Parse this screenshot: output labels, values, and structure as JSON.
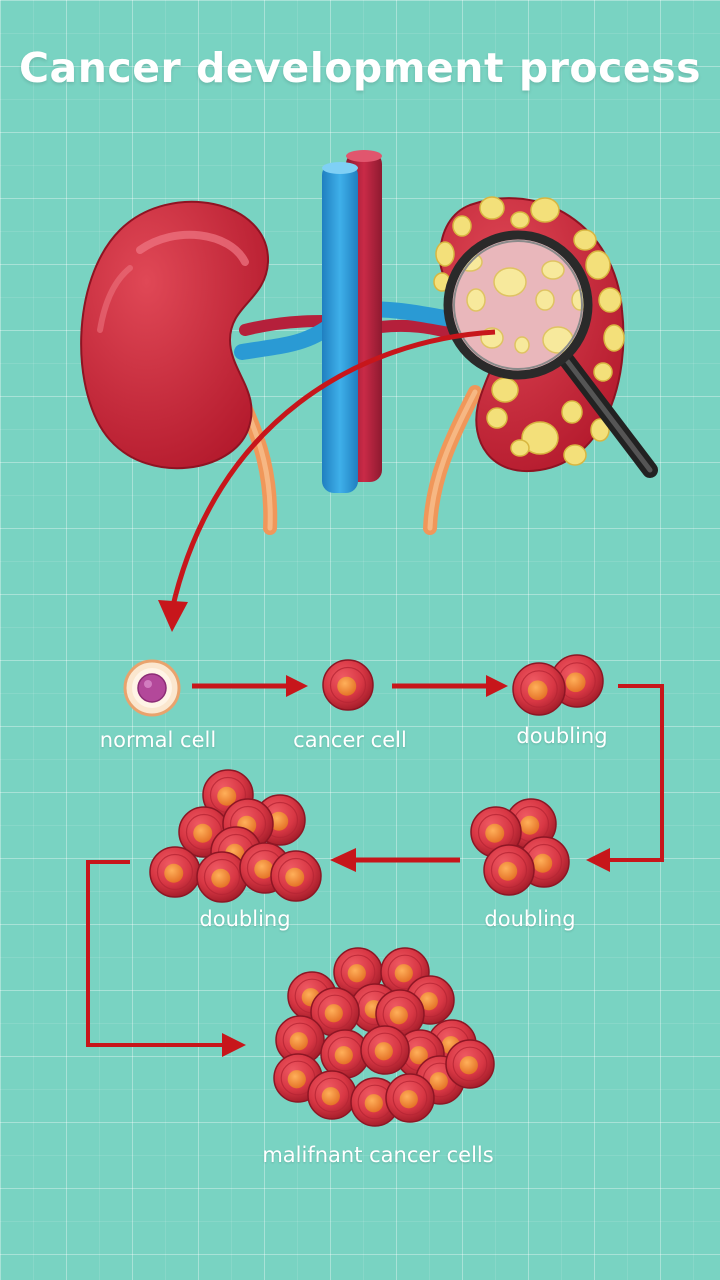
{
  "title": "Cancer development process",
  "colors": {
    "background": "#79d3c2",
    "kidney": "#c8283a",
    "vein": "#2a9ad4",
    "artery": "#b5203b",
    "tumor": "#f3e07a",
    "cell": "#d83744",
    "nucleus": "#f28a3a",
    "arrow": "#c7161b"
  },
  "stages": {
    "normal_cell": "normal cell",
    "cancer_cell": "cancer cell",
    "doubling_1": "doubling",
    "doubling_2": "doubling",
    "doubling_3": "doubling",
    "malignant": "malifnant cancer cells"
  },
  "icons": [
    "kidney-icon",
    "cancerous-kidney-icon",
    "magnifying-glass-icon",
    "blood-vessels-icon"
  ]
}
